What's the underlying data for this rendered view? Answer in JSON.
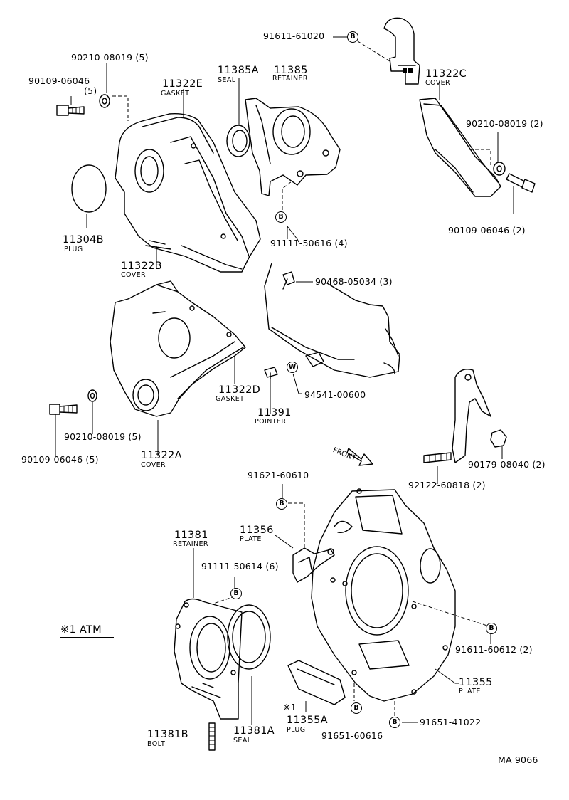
{
  "diagram_id": "MA 9066",
  "note": "※1 ATM",
  "parts": [
    {
      "id": "p1",
      "number": "91611-61020",
      "name": ""
    },
    {
      "id": "p2",
      "number": "90210-08019 (5)",
      "name": ""
    },
    {
      "id": "p3",
      "number": "90109-06046",
      "qty": "(5)",
      "name": ""
    },
    {
      "id": "p4",
      "number": "11322E",
      "name": "GASKET"
    },
    {
      "id": "p5",
      "number": "11385A",
      "name": "SEAL"
    },
    {
      "id": "p6",
      "number": "11385",
      "name": "RETAINER"
    },
    {
      "id": "p7",
      "number": "11322C",
      "name": "COVER"
    },
    {
      "id": "p8",
      "number": "90210-08019 (2)",
      "name": ""
    },
    {
      "id": "p9",
      "number": "90109-06046 (2)",
      "name": ""
    },
    {
      "id": "p10",
      "number": "11304B",
      "name": "PLUG"
    },
    {
      "id": "p11",
      "number": "11322B",
      "name": "COVER"
    },
    {
      "id": "p12",
      "number": "91111-50616 (4)",
      "name": ""
    },
    {
      "id": "p13",
      "number": "90468-05034 (3)",
      "name": ""
    },
    {
      "id": "p14",
      "number": "11322D",
      "name": "GASKET"
    },
    {
      "id": "p15",
      "number": "94541-00600",
      "name": ""
    },
    {
      "id": "p16",
      "number": "11391",
      "name": "POINTER"
    },
    {
      "id": "p17",
      "number": "90210-08019 (5)",
      "name": ""
    },
    {
      "id": "p18",
      "number": "90109-06046 (5)",
      "name": ""
    },
    {
      "id": "p19",
      "number": "11322A",
      "name": "COVER"
    },
    {
      "id": "p20",
      "number": "92122-60818 (2)",
      "name": ""
    },
    {
      "id": "p21",
      "number": "90179-08040 (2)",
      "name": ""
    },
    {
      "id": "p22",
      "number": "91621-60610",
      "name": ""
    },
    {
      "id": "p23",
      "number": "11356",
      "name": "PLATE"
    },
    {
      "id": "p24",
      "number": "11381",
      "name": "RETAINER"
    },
    {
      "id": "p25",
      "number": "91111-50614 (6)",
      "name": ""
    },
    {
      "id": "p26",
      "number": "91611-60612 (2)",
      "name": ""
    },
    {
      "id": "p27",
      "number": "11355",
      "name": "PLATE"
    },
    {
      "id": "p28",
      "number": "91651-41022",
      "name": ""
    },
    {
      "id": "p29",
      "number": "11381B",
      "name": "BOLT"
    },
    {
      "id": "p30",
      "number": "11381A",
      "name": "SEAL"
    },
    {
      "id": "p31",
      "number": "11355A",
      "prefix": "※1",
      "name": "PLUG"
    },
    {
      "id": "p32",
      "number": "91651-60616",
      "name": ""
    }
  ],
  "markers": {
    "B": "B",
    "W": "W"
  },
  "front_label": "FRONT"
}
